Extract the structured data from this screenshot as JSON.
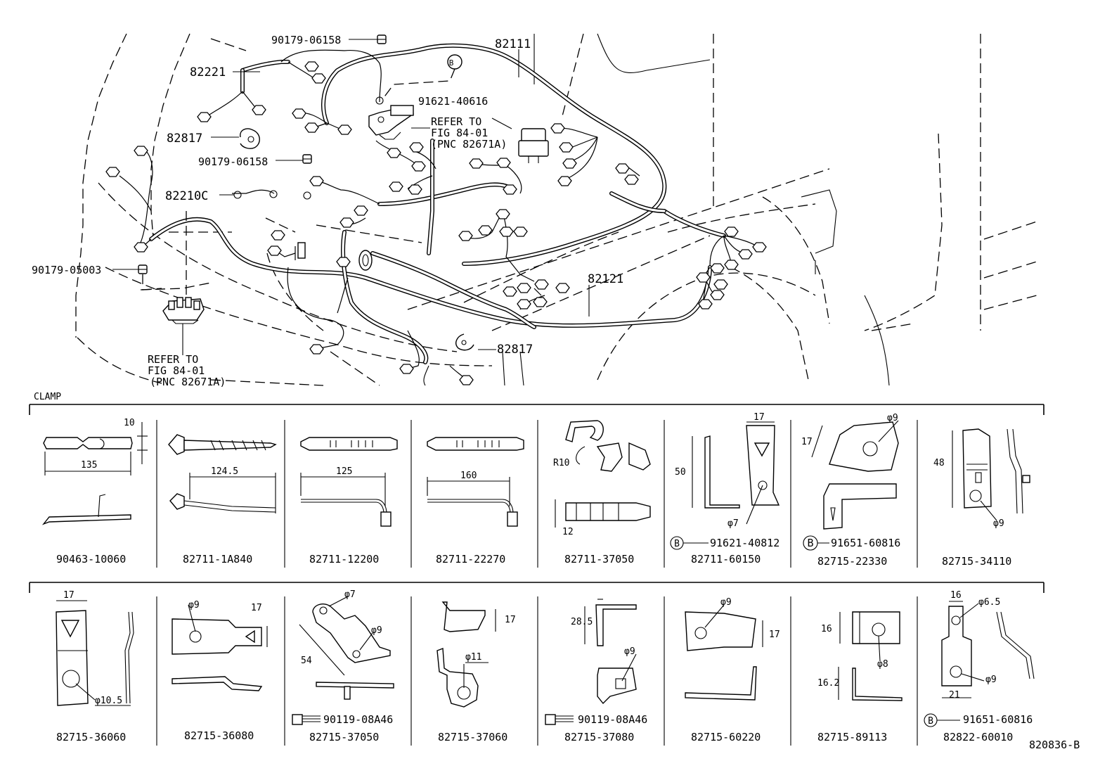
{
  "main": {
    "labels": {
      "p90179_06158_a": "90179-06158",
      "p82111": "82111",
      "p82221": "82221",
      "p91621_40616": "91621-40616",
      "refer_top_1": "REFER TO",
      "refer_top_2": "FIG 84-01",
      "refer_top_3": "(PNC 82671A)",
      "p82817_a": "82817",
      "p90179_06158_b": "90179-06158",
      "p82210C": "82210C",
      "p90179_05003": "90179-05003",
      "p82121": "82121",
      "p82817_b": "82817",
      "refer_bot_1": "REFER TO",
      "refer_bot_2": "FIG 84-01",
      "refer_bot_3": "(PNC 82671A)",
      "b_mark": "B"
    }
  },
  "clamp": {
    "title": "CLAMP",
    "row1": [
      {
        "part": "90463-10060",
        "dims": [
          "10",
          "135"
        ]
      },
      {
        "part": "82711-1A840",
        "dims": [
          "124.5"
        ]
      },
      {
        "part": "82711-12200",
        "dims": [
          "125"
        ]
      },
      {
        "part": "82711-22270",
        "dims": [
          "160"
        ]
      },
      {
        "part": "82711-37050",
        "dims": [
          "R10",
          "12"
        ]
      },
      {
        "part": "82711-60150",
        "dims": [
          "50",
          "17",
          "φ7"
        ],
        "note_mark": "B",
        "note_part": "91621-40812"
      },
      {
        "part": "82715-22330",
        "dims": [
          "17",
          "φ9"
        ],
        "note_mark": "B",
        "note_part": "91651-60816"
      },
      {
        "part": "82715-34110",
        "dims": [
          "48",
          "φ9"
        ]
      }
    ],
    "row2": [
      {
        "part": "82715-36060",
        "dims": [
          "17",
          "φ10.5"
        ]
      },
      {
        "part": "82715-36080",
        "dims": [
          "φ9",
          "17"
        ]
      },
      {
        "part": "82715-37050",
        "dims": [
          "φ7",
          "φ9",
          "54"
        ],
        "bolt": "90119-08A46"
      },
      {
        "part": "82715-37060",
        "dims": [
          "17",
          "φ11"
        ]
      },
      {
        "part": "82715-37080",
        "dims": [
          "28.5",
          "φ9"
        ],
        "bolt": "90119-08A46"
      },
      {
        "part": "82715-60220",
        "dims": [
          "φ9",
          "17"
        ]
      },
      {
        "part": "82715-89113",
        "dims": [
          "16",
          "φ8",
          "16.2"
        ]
      },
      {
        "part": "82822-60010",
        "dims": [
          "16",
          "φ6.5",
          "φ9",
          "21"
        ],
        "note_mark": "B",
        "note_part": "91651-60816"
      }
    ],
    "figure_id": "820836-B"
  }
}
